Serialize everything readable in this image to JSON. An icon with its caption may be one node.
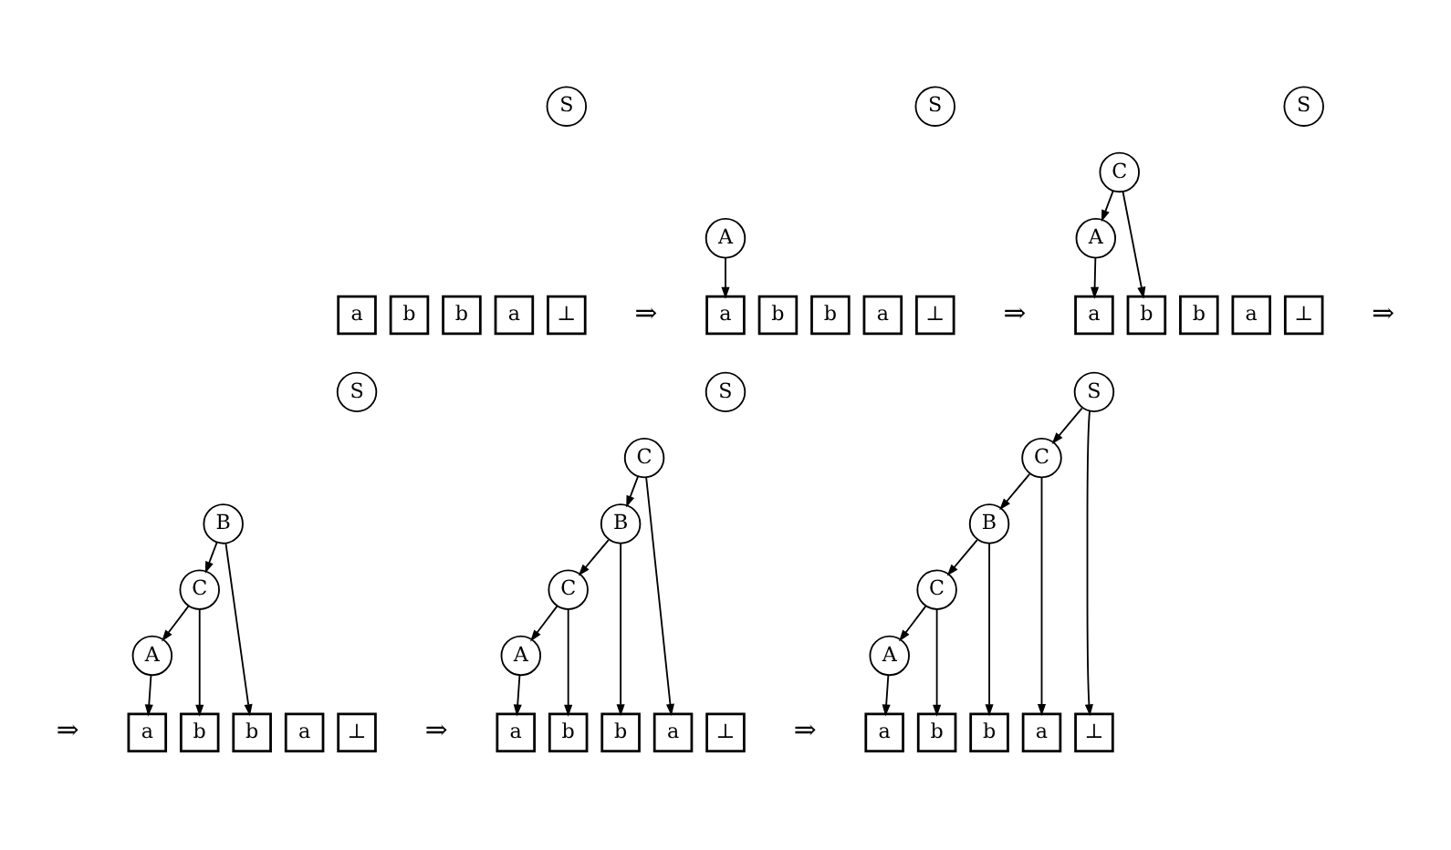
{
  "diagram": {
    "nodes": [
      {
        "text": [
          "S"
        ]
      },
      {
        "text": [
          "a"
        ]
      },
      {
        "text": [
          "b"
        ]
      },
      {
        "text": [
          "b"
        ]
      },
      {
        "text": [
          "a"
        ]
      },
      {
        "text": [
          "⊥"
        ]
      },
      {
        "text": [
          "S"
        ]
      },
      {
        "text": [
          "A"
        ]
      },
      {
        "text": [
          "a"
        ]
      },
      {
        "text": [
          "b"
        ]
      },
      {
        "text": [
          "b"
        ]
      },
      {
        "text": [
          "a"
        ]
      },
      {
        "text": [
          "⊥"
        ]
      },
      {
        "text": [
          "S"
        ]
      },
      {
        "text": [
          "C"
        ]
      },
      {
        "text": [
          "A"
        ]
      },
      {
        "text": [
          "a"
        ]
      },
      {
        "text": [
          "b"
        ]
      },
      {
        "text": [
          "b"
        ]
      },
      {
        "text": [
          "a"
        ]
      },
      {
        "text": [
          "⊥"
        ]
      },
      {
        "text": [
          "S"
        ]
      },
      {
        "text": [
          "B"
        ]
      },
      {
        "text": [
          "C"
        ]
      },
      {
        "text": [
          "A"
        ]
      },
      {
        "text": [
          "a"
        ]
      },
      {
        "text": [
          "b"
        ]
      },
      {
        "text": [
          "b"
        ]
      },
      {
        "text": [
          "a"
        ]
      },
      {
        "text": [
          "⊥"
        ]
      },
      {
        "text": [
          "S"
        ]
      },
      {
        "text": [
          "C"
        ]
      },
      {
        "text": [
          "B"
        ]
      },
      {
        "text": [
          "C"
        ]
      },
      {
        "text": [
          "A"
        ]
      },
      {
        "text": [
          "a"
        ]
      },
      {
        "text": [
          "b"
        ]
      },
      {
        "text": [
          "b"
        ]
      },
      {
        "text": [
          "a"
        ]
      },
      {
        "text": [
          "⊥"
        ]
      },
      {
        "text": [
          "S"
        ]
      },
      {
        "text": [
          "C"
        ]
      },
      {
        "text": [
          "B"
        ]
      },
      {
        "text": [
          "C"
        ]
      },
      {
        "text": [
          "A"
        ]
      },
      {
        "text": [
          "a"
        ]
      },
      {
        "text": [
          "b"
        ]
      },
      {
        "text": [
          "b"
        ]
      },
      {
        "text": [
          "a"
        ]
      },
      {
        "text": [
          "⊥"
        ]
      }
    ],
    "edges": [
      {
        "from": 7,
        "to": 8,
        "arrow": "to"
      },
      {
        "from": 14,
        "to": 15,
        "arrow": "to"
      },
      {
        "from": 14,
        "to": 17,
        "arrow": "to"
      },
      {
        "from": 15,
        "to": 16,
        "arrow": "to"
      },
      {
        "from": 22,
        "to": 23,
        "arrow": "to"
      },
      {
        "from": 22,
        "to": 27,
        "arrow": "to"
      },
      {
        "from": 23,
        "to": 24,
        "arrow": "to"
      },
      {
        "from": 23,
        "to": 26,
        "arrow": "to"
      },
      {
        "from": 24,
        "to": 25,
        "arrow": "to"
      },
      {
        "from": 31,
        "to": 32,
        "arrow": "to"
      },
      {
        "from": 31,
        "to": 38,
        "arrow": "to"
      },
      {
        "from": 32,
        "to": 33,
        "arrow": "to"
      },
      {
        "from": 32,
        "to": 37,
        "arrow": "to"
      },
      {
        "from": 33,
        "to": 34,
        "arrow": "to"
      },
      {
        "from": 33,
        "to": 36,
        "arrow": "to"
      },
      {
        "from": 34,
        "to": 35,
        "arrow": "to"
      },
      {
        "from": 40,
        "to": 41,
        "arrow": "to"
      },
      {
        "from": 40,
        "to": 49,
        "arrow": "to"
      },
      {
        "from": 41,
        "to": 42,
        "arrow": "to"
      },
      {
        "from": 41,
        "to": 48,
        "arrow": "to"
      },
      {
        "from": 42,
        "to": 43,
        "arrow": "to"
      },
      {
        "from": 42,
        "to": 47,
        "arrow": "to"
      },
      {
        "from": 43,
        "to": 44,
        "arrow": "to"
      },
      {
        "from": 43,
        "to": 46,
        "arrow": "to"
      },
      {
        "from": 44,
        "to": 45,
        "arrow": "to"
      }
    ],
    "labels": [
      "⇒",
      "⇒",
      "⇒",
      "⇒",
      "⇒",
      "⇒"
    ]
  }
}
